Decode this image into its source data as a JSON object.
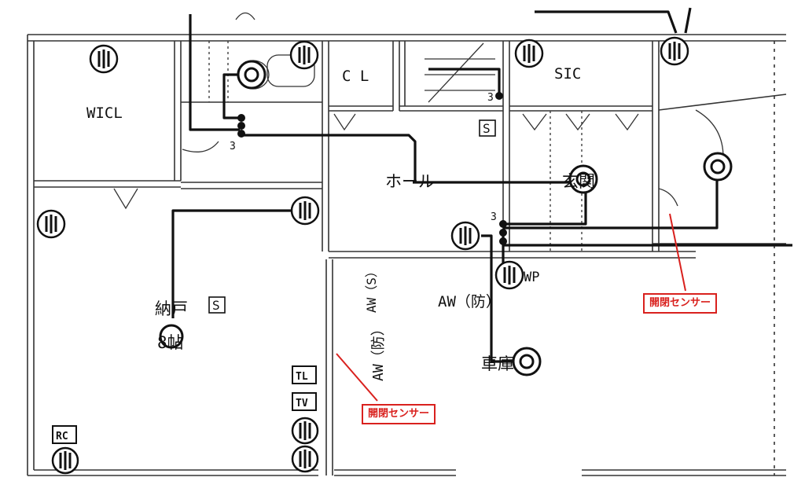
{
  "rooms": {
    "wicl": "WICL",
    "cl": "C L",
    "sic": "SIC",
    "hall": "ホール",
    "genkan": "玄関",
    "nando": "納戸",
    "nando_size": "8帖",
    "shako": "車庫"
  },
  "symbols": {
    "storage_mark": "S",
    "switch_count": "3"
  },
  "labels": {
    "aw_bou_vertical": "AW（防）",
    "aw_s_vertical": "AW（S）",
    "aw_bou": "AW（防）",
    "wp": "WP"
  },
  "outlets": {
    "tl": "TL",
    "tv": "TV",
    "rc": "RC"
  },
  "callouts": {
    "sensor_right": "開閉センサー",
    "sensor_left": "開閉センサー"
  },
  "colors": {
    "line": "#111111",
    "annotation": "#d9211e"
  }
}
